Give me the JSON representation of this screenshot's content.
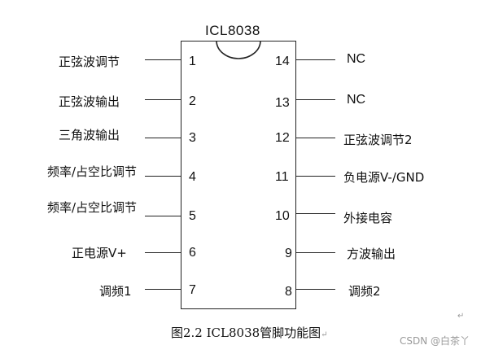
{
  "chip": {
    "title": "ICL8038"
  },
  "left_pins": [
    {
      "num": "1",
      "label": "正弦波调节"
    },
    {
      "num": "2",
      "label": "正弦波输出"
    },
    {
      "num": "3",
      "label": "三角波输出"
    },
    {
      "num": "4",
      "label": "频率/占空比调节"
    },
    {
      "num": "5",
      "label": "频率/占空比调节"
    },
    {
      "num": "6",
      "label": "正电源V+"
    },
    {
      "num": "7",
      "label": "调频1"
    }
  ],
  "right_pins": [
    {
      "num": "14",
      "label": "NC"
    },
    {
      "num": "13",
      "label": "NC"
    },
    {
      "num": "12",
      "label": "正弦波调节2"
    },
    {
      "num": "11",
      "label": "负电源V-/GND"
    },
    {
      "num": "10",
      "label": "外接电容"
    },
    {
      "num": "9",
      "label": "方波输出"
    },
    {
      "num": "8",
      "label": "调频2"
    }
  ],
  "caption": "图2.2 ICL8038管脚功能图",
  "watermark": "CSDN @白茶丫",
  "marks": {
    "return_glyph": "↵"
  }
}
